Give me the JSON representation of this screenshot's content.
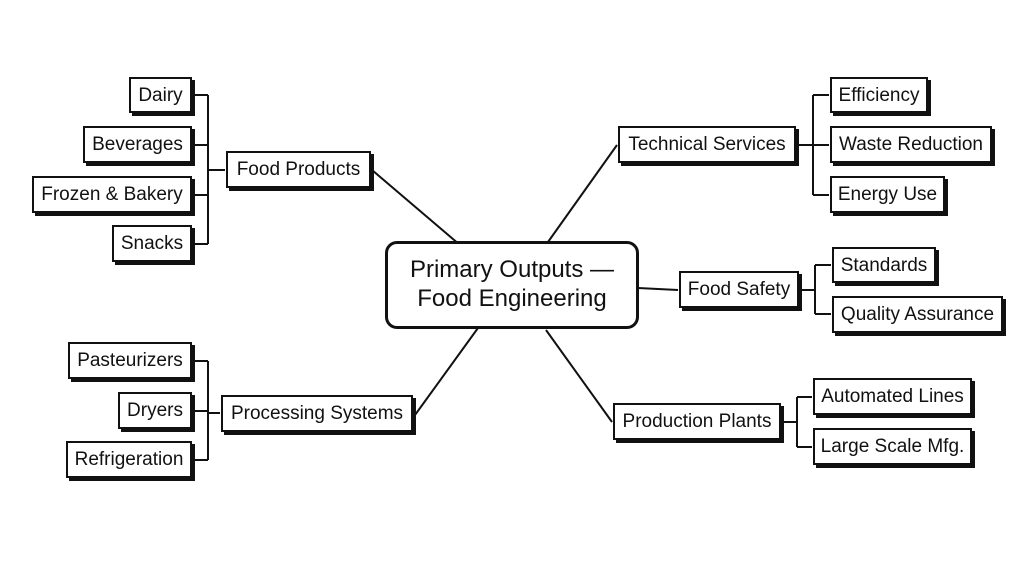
{
  "center": {
    "line1": "Primary Outputs —",
    "line2": "Food Engineering"
  },
  "branches": {
    "food_products": {
      "label": "Food Products",
      "children": [
        "Dairy",
        "Beverages",
        "Frozen & Bakery",
        "Snacks"
      ]
    },
    "processing_systems": {
      "label": "Processing Systems",
      "children": [
        "Pasteurizers",
        "Dryers",
        "Refrigeration"
      ]
    },
    "technical_services": {
      "label": "Technical Services",
      "children": [
        "Efficiency",
        "Waste Reduction",
        "Energy Use"
      ]
    },
    "food_safety": {
      "label": "Food Safety",
      "children": [
        "Standards",
        "Quality Assurance"
      ]
    },
    "production_plants": {
      "label": "Production Plants",
      "children": [
        "Automated Lines",
        "Large Scale Mfg."
      ]
    }
  },
  "colors": {
    "stroke": "#111111",
    "background": "#ffffff"
  }
}
